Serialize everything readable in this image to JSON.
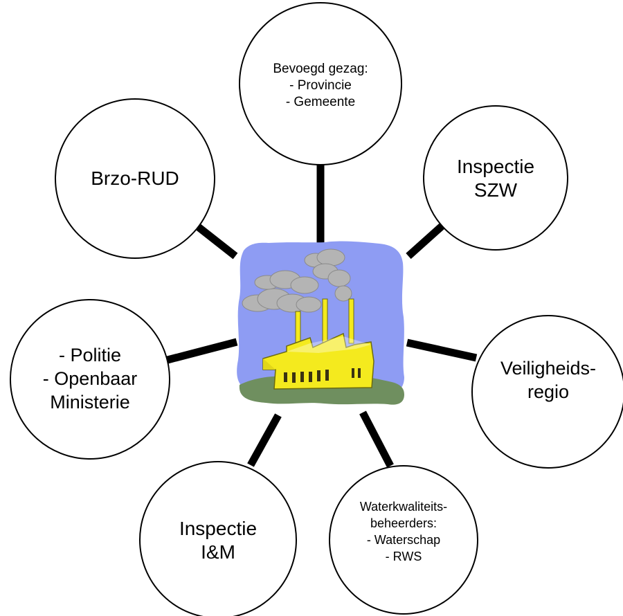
{
  "center": {
    "icon": "factory-icon"
  },
  "nodes": {
    "bevoegd_gezag": {
      "lines": [
        "Bevoegd gezag:",
        "- Provincie",
        "- Gemeente"
      ]
    },
    "inspectie_szw": {
      "lines": [
        "Inspectie",
        "SZW"
      ]
    },
    "veiligheidsregio": {
      "lines": [
        "Veiligheids-",
        "regio"
      ]
    },
    "waterkwaliteit": {
      "lines": [
        "Waterkwaliteits-",
        "beheerders:",
        "- Waterschap",
        "- RWS"
      ]
    },
    "inspectie_im": {
      "lines": [
        "Inspectie",
        "I&M"
      ]
    },
    "politie_om": {
      "lines": [
        "- Politie",
        "- Openbaar",
        "Ministerie"
      ]
    },
    "brzo_rud": {
      "lines": [
        "Brzo-RUD"
      ]
    }
  },
  "colors": {
    "sky": "#8e9cf3",
    "ground": "#6f8f5f",
    "factory": "#f4ea1e",
    "smoke": "#b4b4b4",
    "connector": "#000000"
  }
}
